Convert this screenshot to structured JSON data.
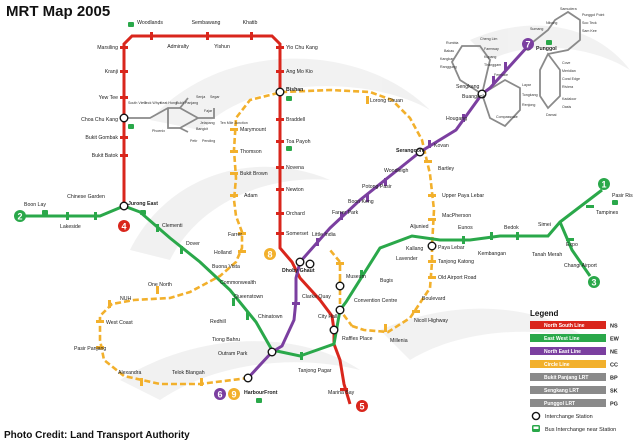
{
  "title": "MRT Map 2005",
  "credit": "Photo Credit: Land Transport Authority",
  "colors": {
    "ns": "#d9261c",
    "ew": "#2aa84a",
    "ne": "#7b3fa0",
    "cc": "#f2b02c",
    "lrt": "#8a8a8a",
    "text": "#222222"
  },
  "line_numbers": [
    "1",
    "2",
    "3",
    "4",
    "5",
    "6",
    "7",
    "8",
    "9"
  ],
  "stations": {
    "marsiling": "Marsiling",
    "woodlands": "Woodlands",
    "sembawang": "Sembawang",
    "admiralty": "Admiralty",
    "khatib": "Khatib",
    "yishun": "Yishun",
    "yio_chu_kang": "Yio Chu Kang",
    "ang_mo_kio": "Ang Mo Kio",
    "kranji": "Kranji",
    "yew_tee": "Yew Tee",
    "choa_chu_kang": "Choa Chu Kang",
    "bukit_gombak": "Bukit Gombak",
    "bukit_batok": "Bukit Batok",
    "jurong_east": "Jurong East",
    "chinese_garden": "Chinese Garden",
    "boon_lay": "Boon Lay",
    "lakeside": "Lakeside",
    "clementi": "Clementi",
    "dover": "Dover",
    "buona_vista": "Buona Vista",
    "commonwealth": "Commonwealth",
    "queenstown": "Queenstown",
    "redhill": "Redhill",
    "tiong_bahru": "Tiong Bahru",
    "outram_park": "Outram Park",
    "tanjong_pagar": "Tanjong Pagar",
    "raffles_place": "Raffles Place",
    "city_hall": "City Hall",
    "bugis": "Bugis",
    "lavender": "Lavender",
    "kallang": "Kallang",
    "aljunied": "Aljunied",
    "paya_lebar": "Paya Lebar",
    "eunos": "Eunos",
    "kembangan": "Kembangan",
    "bedok": "Bedok",
    "tanah_merah": "Tanah Merah",
    "simei": "Simei",
    "tampines": "Tampines",
    "pasir_ris": "Pasir Ris",
    "expo": "Expo",
    "changi_airport": "Changi Airport",
    "bishan": "Bishan",
    "braddell": "Braddell",
    "toa_payoh": "Toa Payoh",
    "novena": "Novena",
    "newton": "Newton",
    "orchard": "Orchard",
    "somerset": "Somerset",
    "dhoby_ghaut": "Dhoby Ghaut",
    "marina_bay": "Marina Bay",
    "harbourfront": "HarbourFront",
    "chinatown": "Chinatown",
    "clarke_quay": "Clarke Quay",
    "little_india": "Little India",
    "farrer_park": "Farrer Park",
    "boon_keng": "Boon Keng",
    "potong_pasir": "Potong Pasir",
    "woodleigh": "Woodleigh",
    "serangoon": "Serangoon",
    "kovan": "Kovan",
    "hougang": "Hougang",
    "buangkok": "Buangkok",
    "sengkang": "Sengkang",
    "punggol": "Punggol",
    "marymount": "Marymount",
    "thomson": "Thomson",
    "bukit_brown": "Bukit Brown",
    "adam": "Adam",
    "farrer": "Farrer",
    "holland": "Holland",
    "one_north": "One North",
    "west_coast": "West Coast",
    "nuh": "NUH",
    "pasir_panjang": "Pasir Panjang",
    "alexandra": "Alexandra",
    "telok_blangah": "Telok Blangah",
    "lorong_chuan": "Lorong Chuan",
    "bartley": "Bartley",
    "upper_paya_lebar": "Upper Paya Lebar",
    "macpherson": "MacPherson",
    "tanjong_katong": "Tanjong Katong",
    "old_airport_road": "Old Airport Road",
    "boulevard": "Boulevard",
    "nicoll_highway": "Nicoll Highway",
    "museum": "Museum",
    "convention_centre": "Convention Centre",
    "millenia": "Millenia",
    "south_view": "South View",
    "teck_whye": "Teck Whye",
    "keat_hong": "Keat Hong",
    "phoenix": "Phoenix",
    "bukit_panjang": "Bukit Panjang",
    "petir": "Petir",
    "pending": "Pending",
    "bangkit": "Bangkit",
    "fajar": "Fajar",
    "segar": "Segar",
    "jelapang": "Jelapang",
    "senja": "Senja",
    "ten_mile_junction": "Ten Mile Junction",
    "sam_kee": "Sam Kee",
    "soo_teck": "Soo Teck",
    "punggol_point": "Punggol Point",
    "samudera": "Samudera",
    "nibong": "Nibong",
    "sumang": "Sumang",
    "soo_teck_2": "Soo Teck",
    "cove": "Cove",
    "meridian": "Meridian",
    "coral_edge": "Coral Edge",
    "riviera": "Riviera",
    "kadaloor": "Kadaloor",
    "oasis": "Oasis",
    "damai": "Damai",
    "compassvale": "Compassvale",
    "rumbia": "Rumbia",
    "bakau": "Bakau",
    "kangkar": "Kangkar",
    "ranggung": "Ranggung",
    "cheng_lim": "Cheng Lim",
    "farmway": "Farmway",
    "kupang": "Kupang",
    "thanggam": "Thanggam",
    "fernvale": "Fernvale",
    "layar": "Layar",
    "tongkang": "Tongkang",
    "renjong": "Renjong"
  },
  "legend": {
    "title": "Legend",
    "items": [
      {
        "label": "North South Line",
        "code": "NS",
        "color": "#d9261c"
      },
      {
        "label": "East West Line",
        "code": "EW",
        "color": "#2aa84a"
      },
      {
        "label": "North East Line",
        "code": "NE",
        "color": "#7b3fa0"
      },
      {
        "label": "Circle Line",
        "code": "CC",
        "color": "#f2b02c"
      },
      {
        "label": "Bukit Panjang LRT",
        "code": "BP",
        "color": "#8a8a8a"
      },
      {
        "label": "Sengkang LRT",
        "code": "SK",
        "color": "#8a8a8a"
      },
      {
        "label": "Punggol LRT",
        "code": "PG",
        "color": "#8a8a8a"
      }
    ],
    "interchange": "Interchange Station",
    "bus": "Bus Interchange near Station"
  }
}
